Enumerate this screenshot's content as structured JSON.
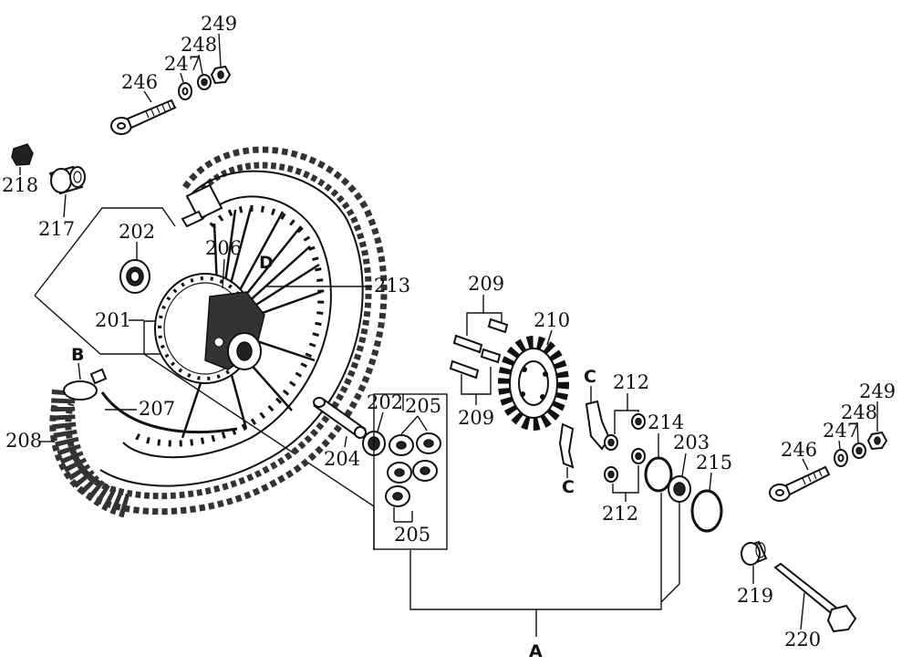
{
  "labels": {
    "p201": "201",
    "p202a": "202",
    "p202b": "202",
    "p203": "203",
    "p204": "204",
    "p205a": "205",
    "p205b": "205",
    "p206": "206",
    "p207": "207",
    "p208": "208",
    "p209a": "209",
    "p209b": "209",
    "p210": "210",
    "p212a": "212",
    "p212b": "212",
    "p213": "213",
    "p214": "214",
    "p215": "215",
    "p217": "217",
    "p218": "218",
    "p219": "219",
    "p220": "220",
    "p246a": "246",
    "p247a": "247",
    "p248a": "248",
    "p249a": "249",
    "p246b": "246",
    "p247b": "247",
    "p248b": "248",
    "p249b": "249"
  },
  "letters": {
    "a": "A",
    "b": "B",
    "c1": "C",
    "c2": "C",
    "d": "D"
  }
}
